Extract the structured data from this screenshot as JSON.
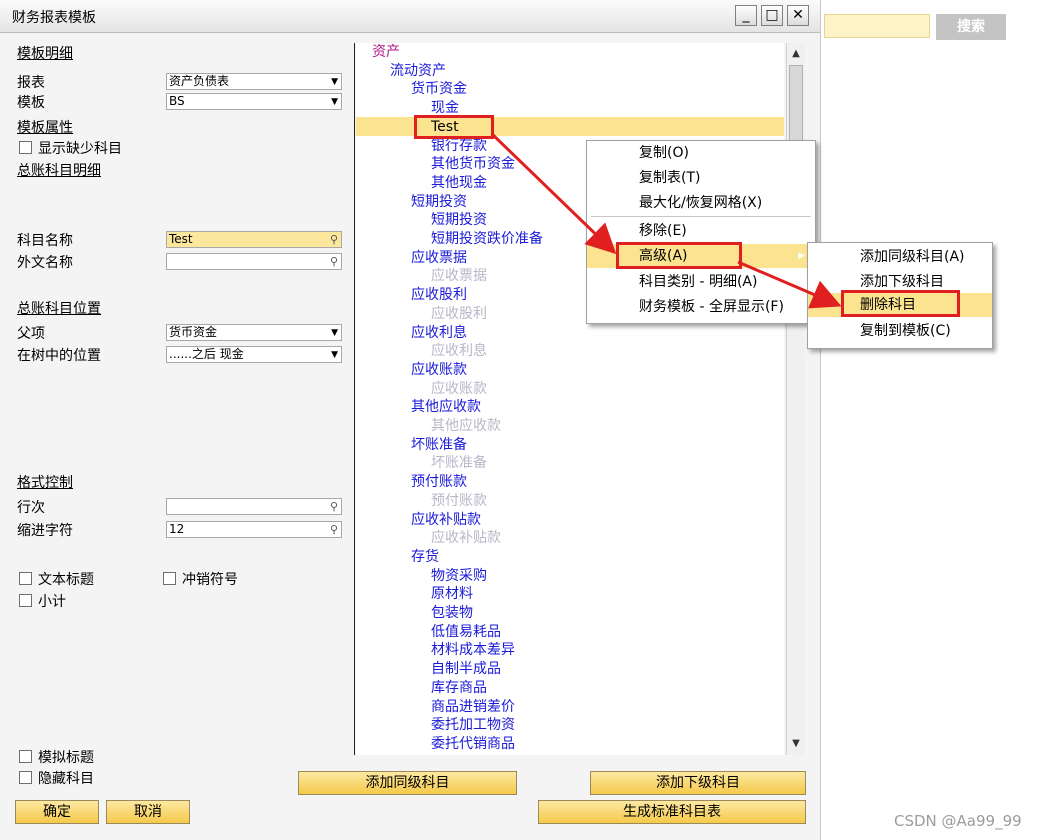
{
  "window": {
    "title": "财务报表模板",
    "controls": {
      "minimize": "_",
      "maximize": "□",
      "close": "✕"
    }
  },
  "right_strip": {
    "search_placeholder": "",
    "search_button": "搜索",
    "watermark": "CSDN @Aa99_99"
  },
  "left": {
    "template_details": "模板明细",
    "report_label": "报表",
    "report_value": "资产负债表",
    "template_label": "模板",
    "template_value": "BS",
    "template_props": "模板属性",
    "show_missing": "显示缺少科目",
    "gl_details": "总账科目明细",
    "account_name_label": "科目名称",
    "account_name_value": "Test",
    "foreign_name_label": "外文名称",
    "foreign_name_value": "",
    "gl_position": "总账科目位置",
    "parent_label": "父项",
    "parent_value": "货币资金",
    "tree_pos_label": "在树中的位置",
    "tree_pos_value": "......之后 现金",
    "format_control": "格式控制",
    "line_no_label": "行次",
    "line_no_value": "",
    "indent_label": "缩进字符",
    "indent_value": "12",
    "text_title": "文本标题",
    "offset_symbol": "冲销符号",
    "subtotal": "小计",
    "dummy_title": "模拟标题",
    "hide_account": "隐藏科目"
  },
  "tree": [
    {
      "label": "资产",
      "level": 0,
      "color": "root"
    },
    {
      "label": "流动资产",
      "level": 1,
      "color": "blue"
    },
    {
      "label": "货币资金",
      "level": 2,
      "color": "blue"
    },
    {
      "label": "现金",
      "level": 3,
      "color": "blue"
    },
    {
      "label": "Test",
      "level": 3,
      "color": "black",
      "selected": true
    },
    {
      "label": "银行存款",
      "level": 3,
      "color": "blue"
    },
    {
      "label": "其他货币资金",
      "level": 3,
      "color": "blue"
    },
    {
      "label": "其他现金",
      "level": 3,
      "color": "blue"
    },
    {
      "label": "短期投资",
      "level": 2,
      "color": "blue"
    },
    {
      "label": "短期投资",
      "level": 3,
      "color": "blue"
    },
    {
      "label": "短期投资跌价准备",
      "level": 3,
      "color": "blue"
    },
    {
      "label": "应收票据",
      "level": 2,
      "color": "blue"
    },
    {
      "label": "应收票据",
      "level": 3,
      "color": "gray"
    },
    {
      "label": "应收股利",
      "level": 2,
      "color": "blue"
    },
    {
      "label": "应收股利",
      "level": 3,
      "color": "gray"
    },
    {
      "label": "应收利息",
      "level": 2,
      "color": "blue"
    },
    {
      "label": "应收利息",
      "level": 3,
      "color": "gray"
    },
    {
      "label": "应收账款",
      "level": 2,
      "color": "blue"
    },
    {
      "label": "应收账款",
      "level": 3,
      "color": "gray"
    },
    {
      "label": "其他应收款",
      "level": 2,
      "color": "blue"
    },
    {
      "label": "其他应收款",
      "level": 3,
      "color": "gray"
    },
    {
      "label": "坏账准备",
      "level": 2,
      "color": "blue"
    },
    {
      "label": "坏账准备",
      "level": 3,
      "color": "gray"
    },
    {
      "label": "预付账款",
      "level": 2,
      "color": "blue"
    },
    {
      "label": "预付账款",
      "level": 3,
      "color": "gray"
    },
    {
      "label": "应收补贴款",
      "level": 2,
      "color": "blue"
    },
    {
      "label": "应收补贴款",
      "level": 3,
      "color": "gray"
    },
    {
      "label": "存货",
      "level": 2,
      "color": "blue"
    },
    {
      "label": "物资采购",
      "level": 3,
      "color": "blue"
    },
    {
      "label": "原材料",
      "level": 3,
      "color": "blue"
    },
    {
      "label": "包装物",
      "level": 3,
      "color": "blue"
    },
    {
      "label": "低值易耗品",
      "level": 3,
      "color": "blue"
    },
    {
      "label": "材料成本差异",
      "level": 3,
      "color": "blue"
    },
    {
      "label": "自制半成品",
      "level": 3,
      "color": "blue"
    },
    {
      "label": "库存商品",
      "level": 3,
      "color": "blue"
    },
    {
      "label": "商品进销差价",
      "level": 3,
      "color": "blue"
    },
    {
      "label": "委托加工物资",
      "level": 3,
      "color": "blue"
    },
    {
      "label": "委托代销商品",
      "level": 3,
      "color": "blue"
    }
  ],
  "buttons": {
    "add_same_level": "添加同级科目",
    "add_sub_level": "添加下级科目",
    "ok": "确定",
    "cancel": "取消",
    "generate_standard": "生成标准科目表"
  },
  "context_menu": [
    {
      "label": "复制(O)"
    },
    {
      "label": "复制表(T)"
    },
    {
      "label": "最大化/恢复网格(X)"
    },
    {
      "label": "移除(E)"
    },
    {
      "label": "高级(A)",
      "highlight": true,
      "submenu": true
    },
    {
      "label": "科目类别 - 明细(A)"
    },
    {
      "label": "财务模板 - 全屏显示(F)"
    }
  ],
  "submenu": [
    {
      "label": "添加同级科目(A)"
    },
    {
      "label": "添加下级科目"
    },
    {
      "label": "删除科目",
      "highlight": true
    },
    {
      "label": "复制到模板(C)"
    }
  ],
  "colors": {
    "root": "#b0188c",
    "blue": "#1a1ad8",
    "gray": "#b7b7c8",
    "highlight": "#fbe38f",
    "red_annotation": "#e02020"
  }
}
